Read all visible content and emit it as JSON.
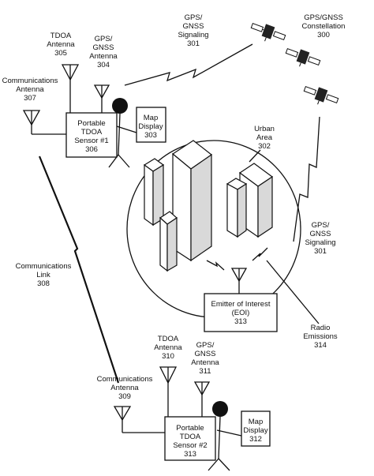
{
  "labels": {
    "tdoa_antenna_1": [
      "TDOA",
      "Antenna",
      "305"
    ],
    "gps_antenna_1": [
      "GPS/",
      "GNSS",
      "Antenna",
      "304"
    ],
    "comm_antenna_1": [
      "Communications",
      "Antenna",
      "307"
    ],
    "gps_signaling_top": [
      "GPS/",
      "GNSS",
      "Signaling",
      "301"
    ],
    "gps_constellation": [
      "GPS/GNSS",
      "Constellation",
      "300"
    ],
    "sensor_1": [
      "Portable",
      "TDOA",
      "Sensor #1",
      "306"
    ],
    "map_display_1": [
      "Map",
      "Display",
      "303"
    ],
    "urban_area": [
      "Urban",
      "Area",
      "302"
    ],
    "gps_signaling_right": [
      "GPS/",
      "GNSS",
      "Signaling",
      "301"
    ],
    "comm_link": [
      "Communications",
      "Link",
      "308"
    ],
    "emitter": [
      "Emitter of Interest",
      "(EOI)",
      "313"
    ],
    "radio_emissions": [
      "Radio",
      "Emissions",
      "314"
    ],
    "tdoa_antenna_2": [
      "TDOA",
      "Antenna",
      "310"
    ],
    "gps_antenna_2": [
      "GPS/",
      "GNSS",
      "Antenna",
      "311"
    ],
    "comm_antenna_2": [
      "Communications",
      "Antenna",
      "309"
    ],
    "sensor_2": [
      "Portable",
      "TDOA",
      "Sensor #2",
      "313"
    ],
    "map_display_2": [
      "Map",
      "Display",
      "312"
    ]
  }
}
